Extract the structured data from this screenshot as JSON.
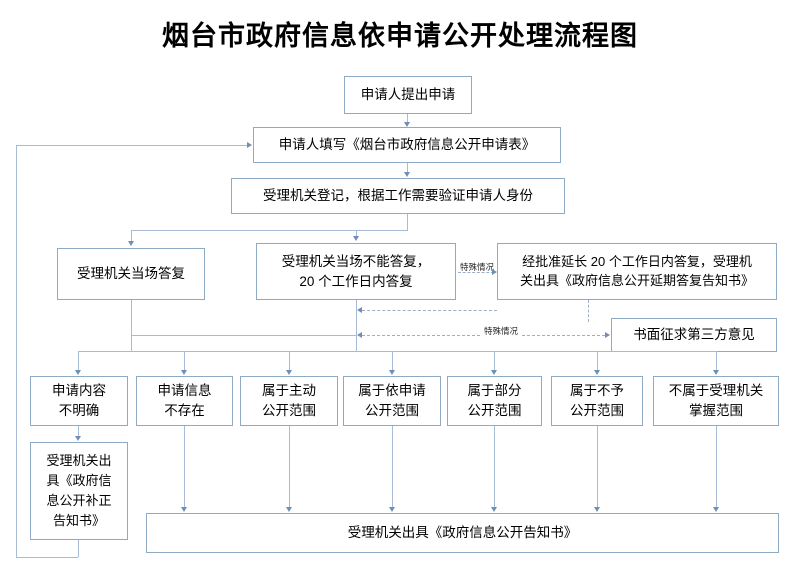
{
  "title": "烟台市政府信息依申请公开处理流程图",
  "nodes": {
    "apply": "申请人提出申请",
    "fill_form": "申请人填写《烟台市政府信息公开申请表》",
    "register": "受理机关登记，根据工作需要验证申请人身份",
    "reply_onsite": "受理机关当场答复",
    "reply_20days": "受理机关当场不能答复，\n20 个工作日内答复",
    "extend_20days": "经批准延长 20 个工作日内答复，受理机\n关出具《政府信息公开延期答复告知书》",
    "third_party": "书面征求第三方意见",
    "cat_unclear": "申请内容\n不明确",
    "cat_not_exist": "申请信息\n不存在",
    "cat_proactive": "属于主动\n公开范围",
    "cat_on_request": "属于依申请\n公开范围",
    "cat_partial": "属于部分\n公开范围",
    "cat_not_disclosed": "属于不予\n公开范围",
    "cat_not_held": "不属于受理机关\n掌握范围",
    "correction_notice": "受理机关出\n具《政府信\n息公开补正\n告知书》",
    "final_notice": "受理机关出具《政府信息公开告知书》"
  },
  "edge_labels": {
    "special_case_top": "特殊情况",
    "special_case_bottom": "特殊情况"
  },
  "colors": {
    "border": "#8faac4",
    "edge": "#a7bcd4",
    "arrow": "#6f8fb3",
    "text": "#000000",
    "background": "#ffffff"
  }
}
